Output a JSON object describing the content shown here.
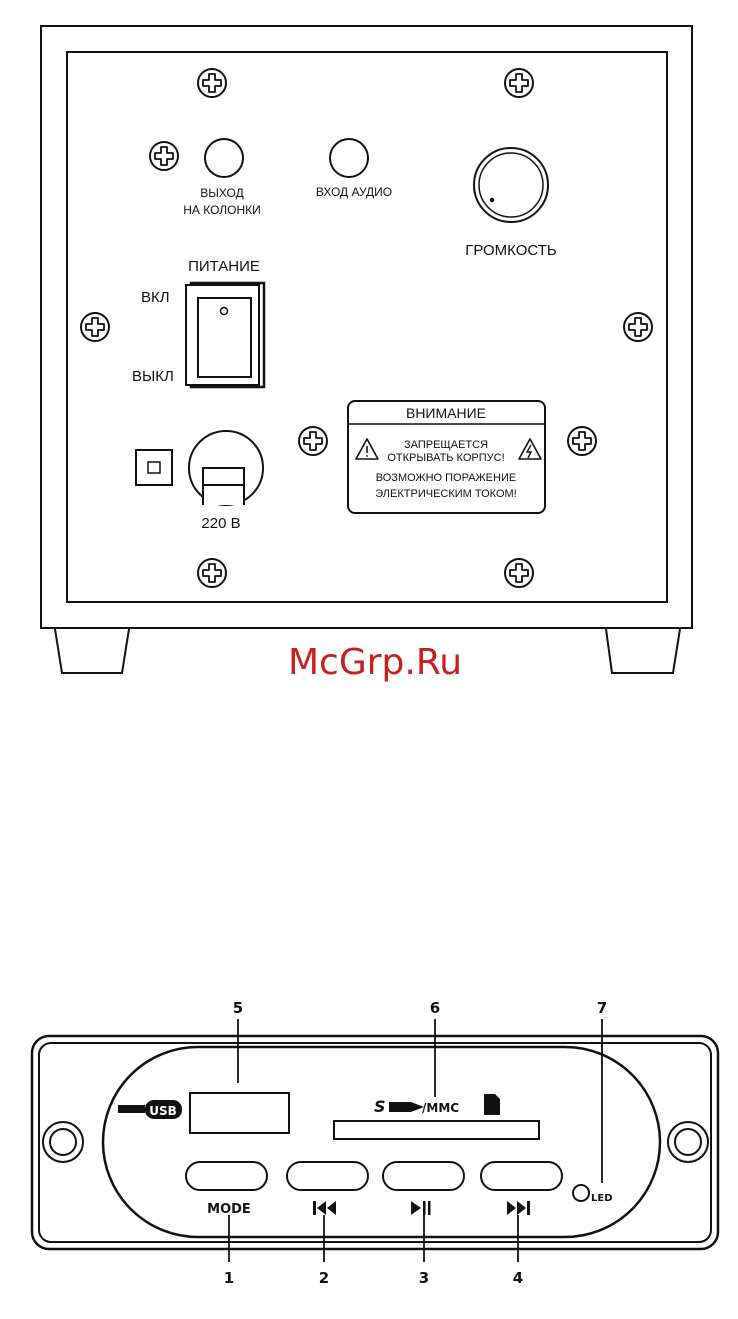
{
  "rear_panel": {
    "speaker_out_label_1": "ВЫХОД",
    "speaker_out_label_2": "НА КОЛОНКИ",
    "audio_in_label": "ВХОД АУДИО",
    "volume_label": "ГРОМКОСТЬ",
    "power_label": "ПИТАНИЕ",
    "power_on_label": "ВКЛ",
    "power_off_label": "ВЫКЛ",
    "mains_label": "220 В",
    "warning": {
      "title": "ВНИМАНИЕ",
      "line1": "ЗАПРЕЩАЕТСЯ",
      "line2": "ОТКРЫВАТЬ КОРПУС!",
      "line3": "ВОЗМОЖНО ПОРАЖЕНИЕ",
      "line4": "ЭЛЕКТРИЧЕСКИМ ТОКОМ!"
    }
  },
  "watermark": "McGrp.Ru",
  "front_module": {
    "usb_label": "USB",
    "sd_label": "S",
    "mmc_label": "/MMC",
    "mode_label": "MODE",
    "led_label": "LED",
    "callouts": [
      "1",
      "2",
      "3",
      "4",
      "5",
      "6",
      "7"
    ]
  }
}
